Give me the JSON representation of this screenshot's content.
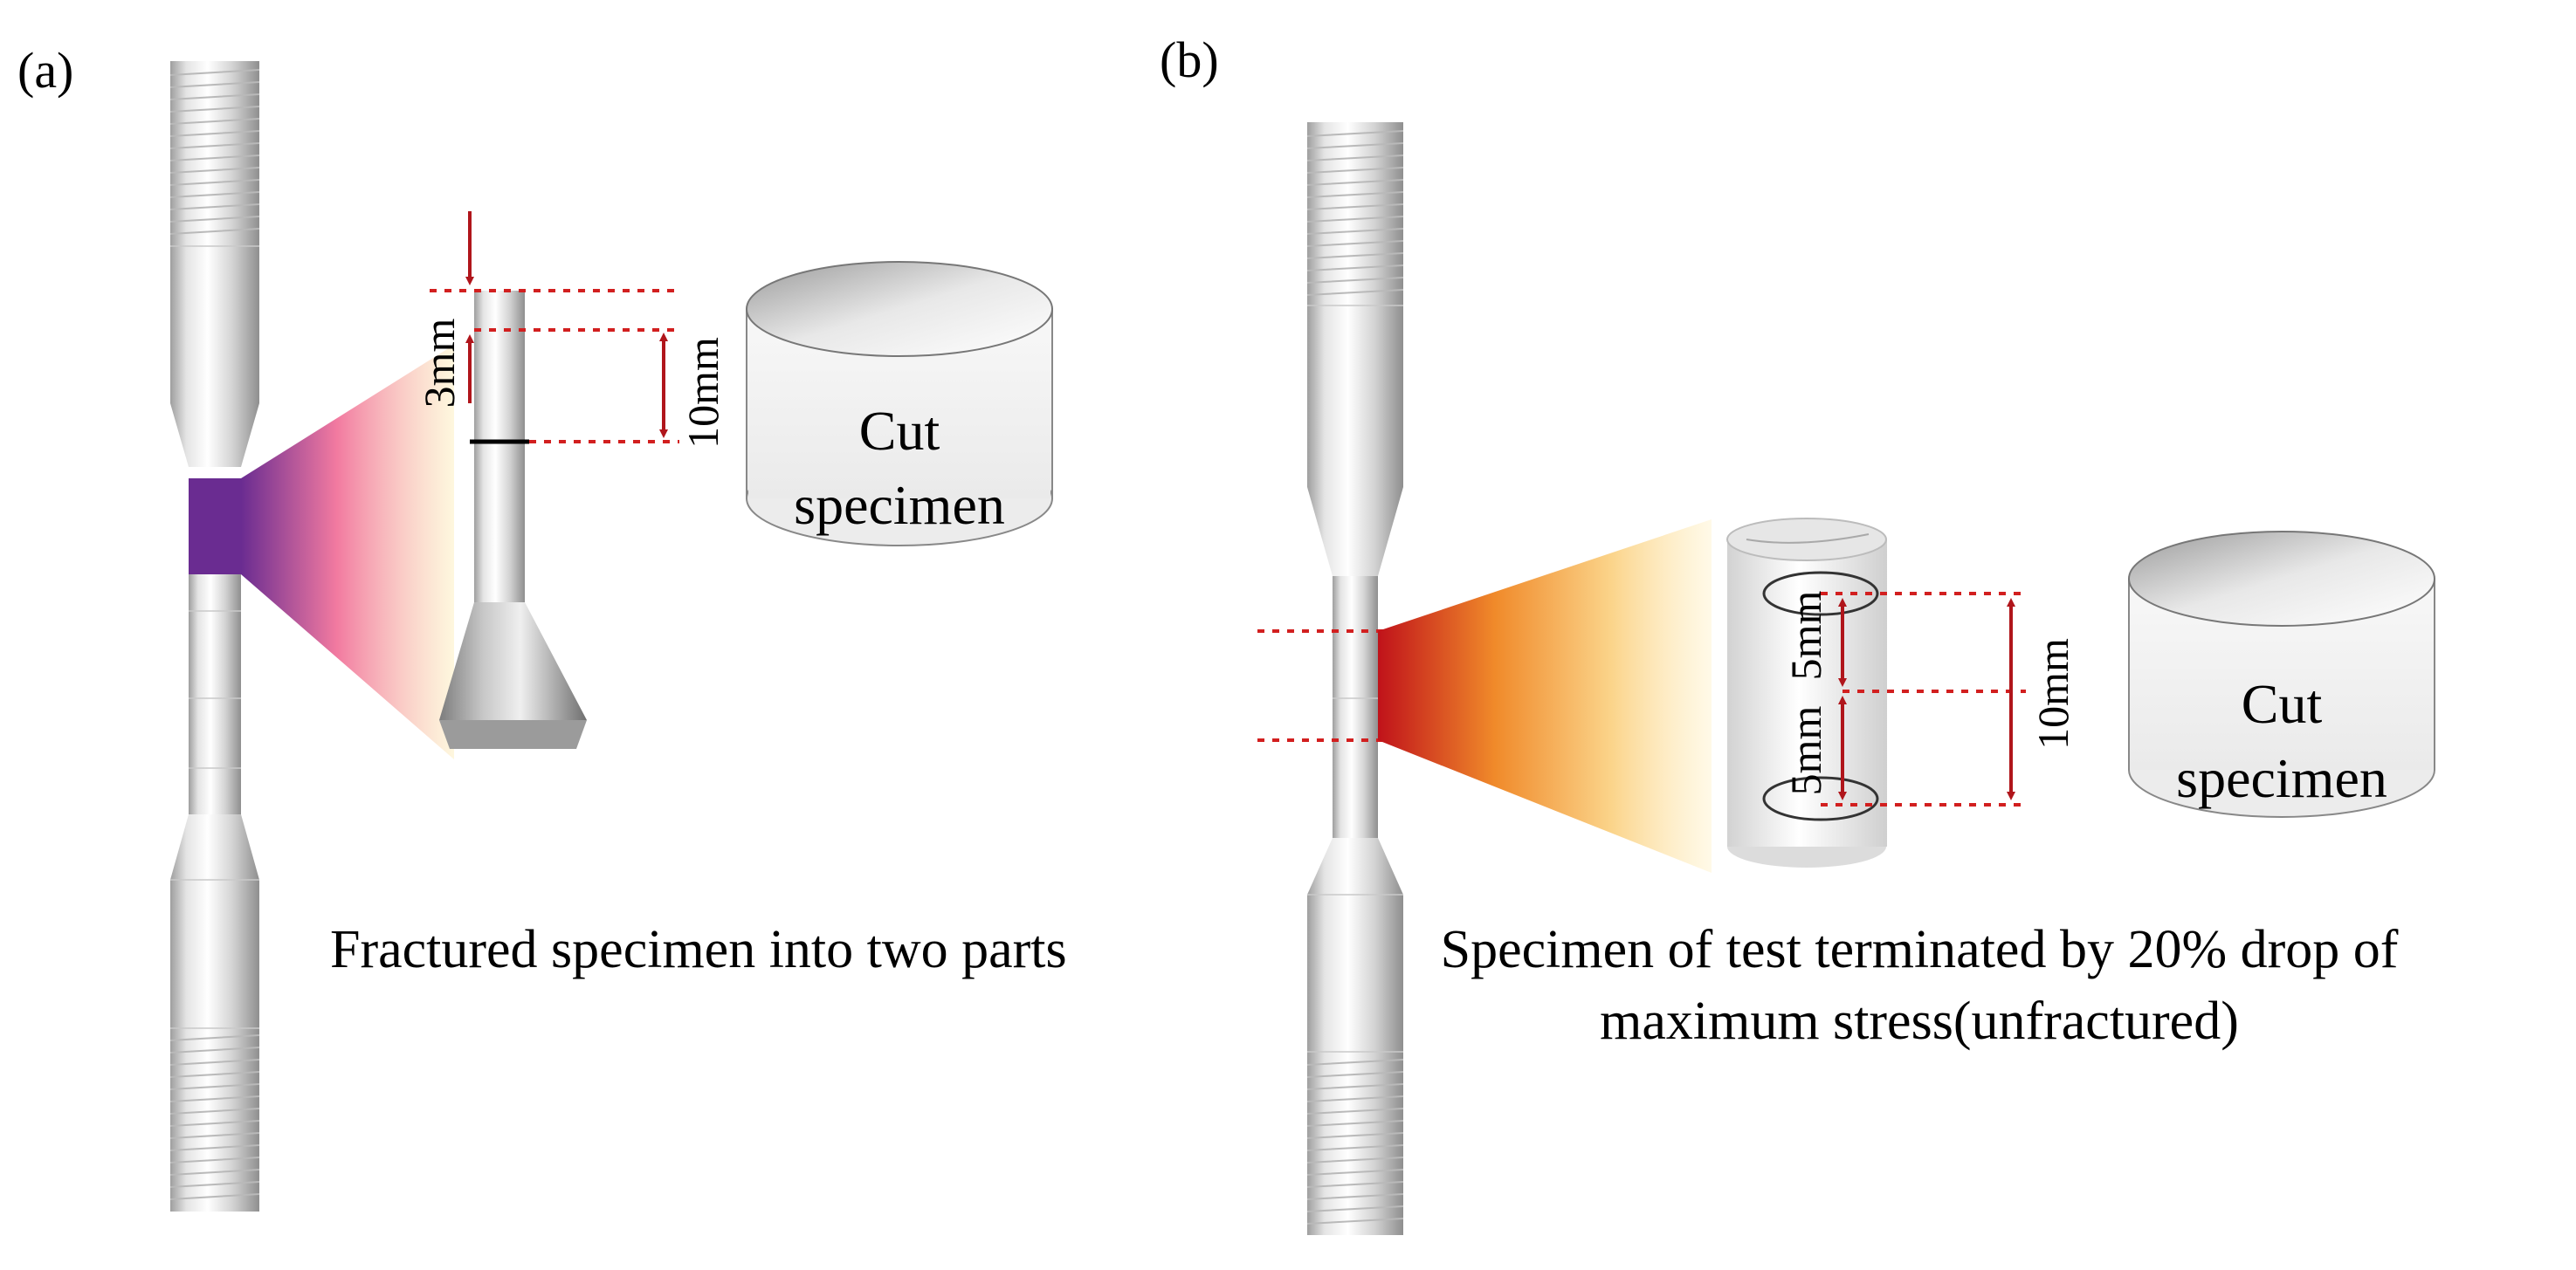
{
  "panels": {
    "a": {
      "label": "(a)",
      "dim_top": "3mm",
      "dim_total": "10mm",
      "cut_label_line1": "Cut",
      "cut_label_line2": "specimen",
      "caption": "Fractured specimen into two parts",
      "colors": {
        "zoom_start": "#6a2c91",
        "zoom_mid": "#f27aa0",
        "zoom_end": "#fde9b0"
      }
    },
    "b": {
      "label": "(b)",
      "dim_upper": "5mm",
      "dim_lower": "5mm",
      "dim_total": "10mm",
      "cut_label_line1": "Cut",
      "cut_label_line2": "specimen",
      "caption_line1": "Specimen of test terminated by 20% drop of",
      "caption_line2": "maximum stress(unfractured)",
      "colors": {
        "zoom_start": "#c0121a",
        "zoom_mid": "#f08a2a",
        "zoom_end": "#fdf0c0"
      }
    }
  },
  "colors": {
    "dimension": "#c0151b",
    "metal": "#d9d9d9"
  }
}
